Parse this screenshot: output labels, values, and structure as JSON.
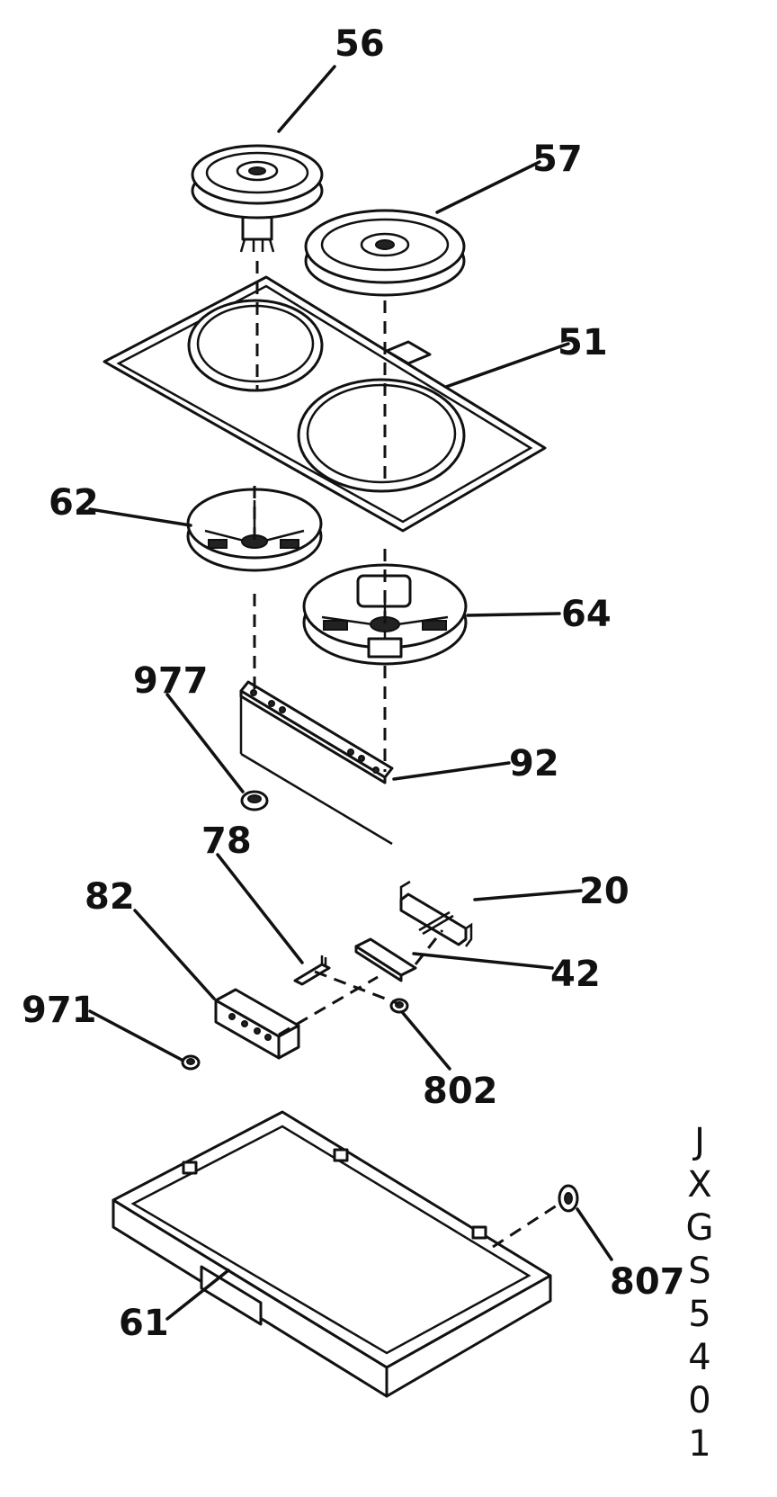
{
  "model_number": "JXGS5401",
  "model_characters": [
    "J",
    "X",
    "G",
    "S",
    "5",
    "4",
    "0",
    "1"
  ],
  "callouts": {
    "c56": "56",
    "c57": "57",
    "c51": "51",
    "c62": "62",
    "c64": "64",
    "c977": "977",
    "c92": "92",
    "c78": "78",
    "c20": "20",
    "c82": "82",
    "c42": "42",
    "c971": "971",
    "c802": "802",
    "c807": "807",
    "c61": "61"
  }
}
